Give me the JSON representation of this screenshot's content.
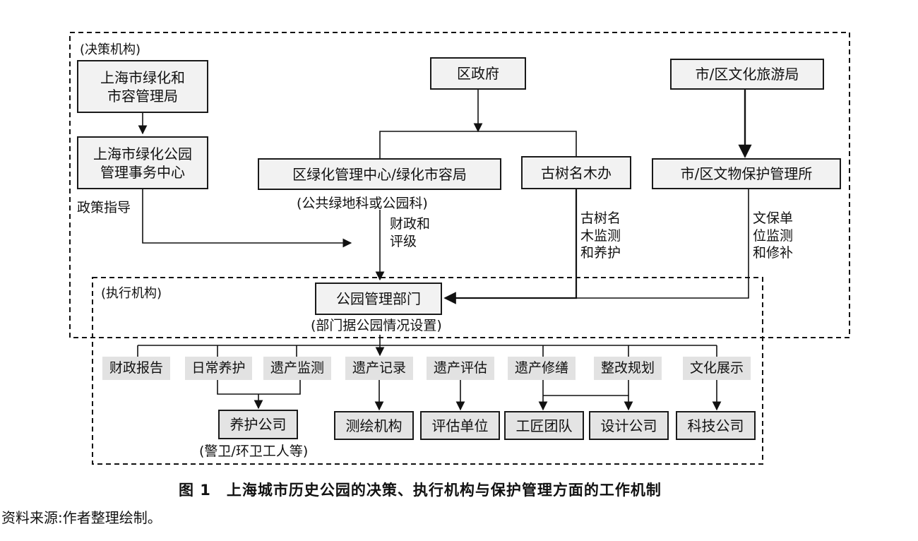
{
  "regions": {
    "decision_label": "(决策机构)",
    "execution_label": "(执行机构)"
  },
  "decision": {
    "greening_bureau": "上海市绿化和\n市容管理局",
    "park_affairs_center": "上海市绿化公园\n管理事务中心",
    "district_gov": "区政府",
    "district_greening": "区绿化管理中心/绿化市容局",
    "district_greening_note": "(公共绿地科或公园科)",
    "ancient_tree_office": "古树名木办",
    "culture_tourism": "市/区文化旅游局",
    "relics_office": "市/区文物保护管理所"
  },
  "edge_labels": {
    "policy": "政策指导",
    "finance": "财政和\n评级",
    "tree_monitor": "古树名\n木监测\n和养护",
    "relic_monitor": "文保单\n位监测\n和修补"
  },
  "execution": {
    "park_dept": "公园管理部门",
    "park_dept_note": "(部门据公园情况设置)",
    "tasks": [
      "财政报告",
      "日常养护",
      "遗产监测",
      "遗产记录",
      "遗产评估",
      "遗产修缮",
      "整改规划",
      "文化展示"
    ],
    "contractors": [
      "养护公司",
      "测绘机构",
      "评估单位",
      "工匠团队",
      "设计公司",
      "科技公司"
    ],
    "maintenance_note": "(警卫/环卫工人等)"
  },
  "caption": "图 1　上海城市历史公园的决策、执行机构与保护管理方面的工作机制",
  "source": "资料来源:作者整理绘制。"
}
